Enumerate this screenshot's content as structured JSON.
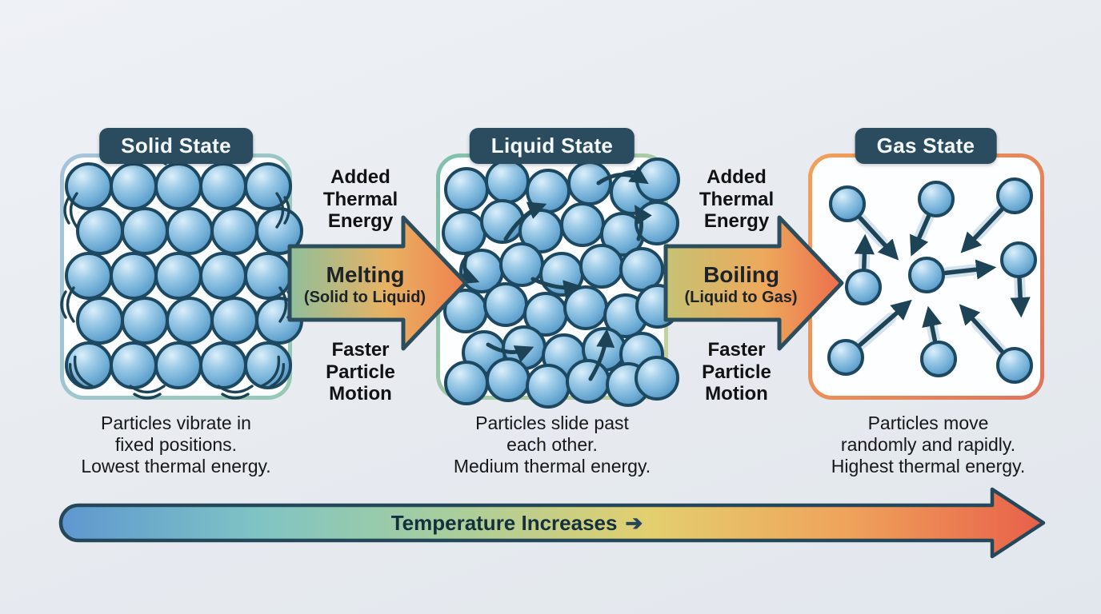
{
  "states": [
    {
      "id": "solid",
      "title": "Solid State",
      "caption": "Particles vibrate in\nfixed positions.\nLowest thermal energy.",
      "particle_count": 25,
      "motion": "vibrate in place",
      "border_from": "#a6c3dd",
      "border_to": "#95c9b5"
    },
    {
      "id": "liquid",
      "title": "Liquid State",
      "caption": "Particles slide past\neach other.\nMedium thermal energy.",
      "particle_count": 34,
      "motion": "slide past each other",
      "border_from": "#7fc0ad",
      "border_to": "#c9d49e"
    },
    {
      "id": "gas",
      "title": "Gas State",
      "caption": "Particles move\nrandomly and rapidly.\nHighest thermal energy.",
      "particle_count": 9,
      "motion": "move randomly and rapidly",
      "border_from": "#f2a159",
      "border_to": "#e0745b"
    }
  ],
  "transitions": [
    {
      "id": "melting",
      "above_label": "Added\nThermal\nEnergy",
      "label": "Melting",
      "sublabel": "(Solid to Liquid)",
      "below_label": "Faster\nParticle\nMotion",
      "gradient_from": "#8fbf9b",
      "gradient_mid": "#e8b263",
      "gradient_to": "#f0804e"
    },
    {
      "id": "boiling",
      "above_label": "Added\nThermal\nEnergy",
      "label": "Boiling",
      "sublabel": "(Liquid to Gas)",
      "below_label": "Faster\nParticle\nMotion",
      "gradient_from": "#c6c273",
      "gradient_mid": "#eda95c",
      "gradient_to": "#ec6e4c"
    }
  ],
  "temperature_bar": {
    "label": "Temperature Increases",
    "arrow_glyph": "➔",
    "gradient": [
      "#5e97d0",
      "#7fc4c4",
      "#a9ce9c",
      "#e3cf6e",
      "#efa35b",
      "#e85f4a"
    ]
  },
  "colors": {
    "chip_bg": "#2b4c5e",
    "chip_text": "#f5f9fb",
    "particle_stroke": "#1c4861",
    "motion_arrow": "#1d4356",
    "trail": "#cfe0ec",
    "arrow_outline": "#2b4d5c"
  }
}
